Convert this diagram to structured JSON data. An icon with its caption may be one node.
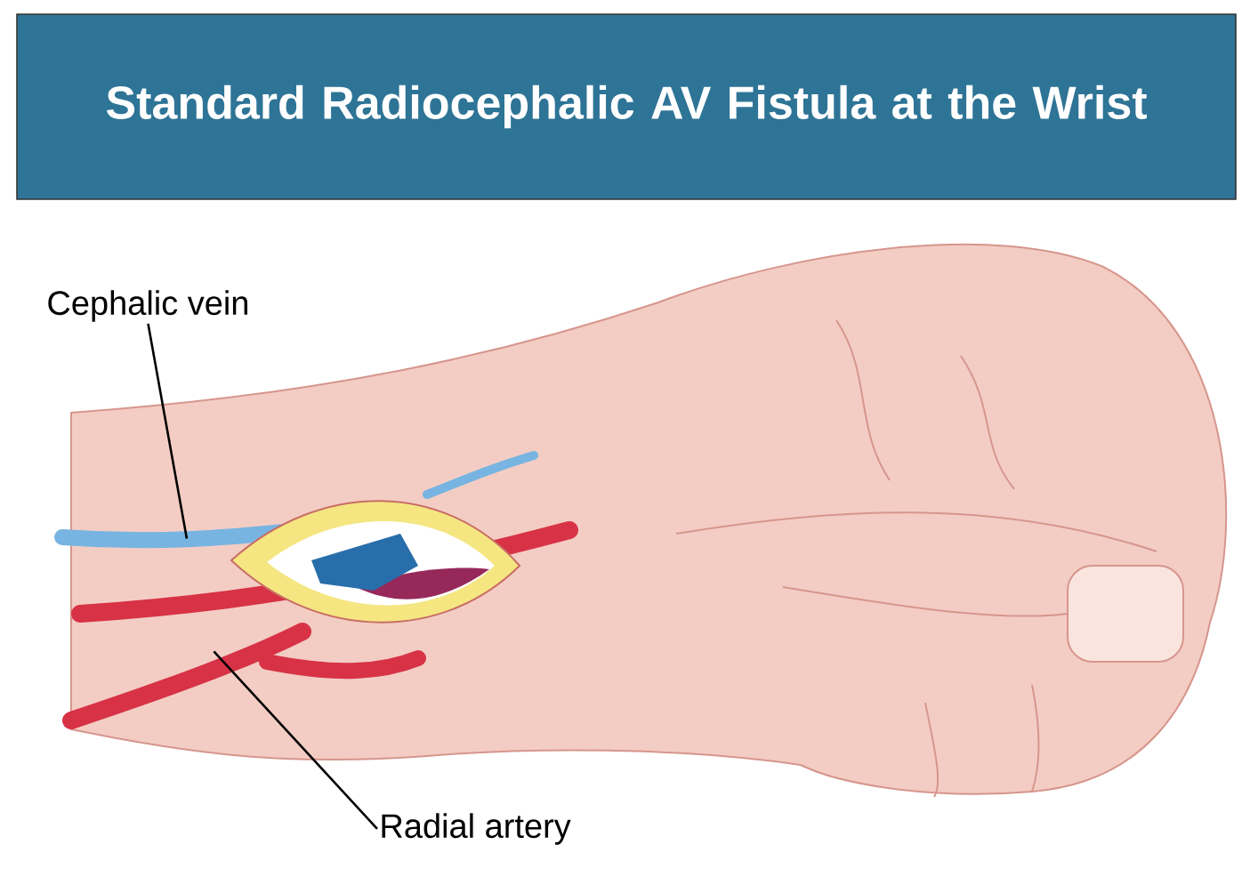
{
  "diagram": {
    "title": "Standard Radiocephalic AV Fistula at the Wrist",
    "nodes": [
      {
        "text": [
          "Cephalic vein"
        ]
      },
      {
        "text": [],
        "shape": "picture"
      },
      {
        "text": [
          "Radial artery"
        ]
      },
      {
        "text": [],
        "shape": "picture"
      }
    ],
    "edges": [
      {
        "from": 0,
        "to": 1,
        "arrow": "none"
      },
      {
        "from": 2,
        "to": 3,
        "arrow": "none"
      }
    ]
  }
}
